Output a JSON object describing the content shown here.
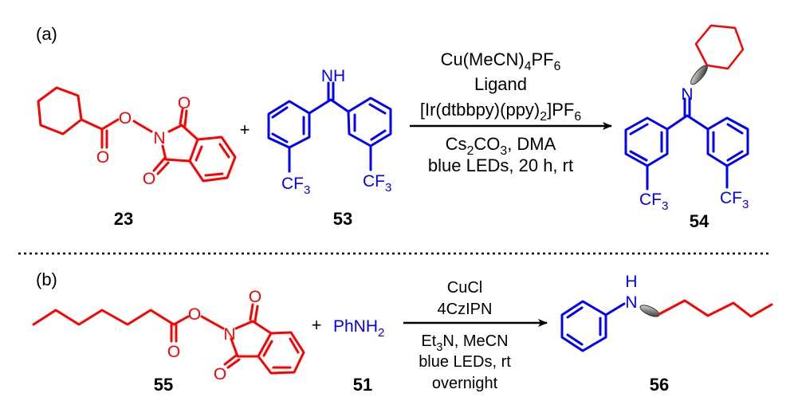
{
  "parts": {
    "a": "(a)",
    "b": "(b)"
  },
  "colors": {
    "reactant_fragment": "#ff0000",
    "reagent_fragment": "#0000ff",
    "text": "#000000"
  },
  "scheme_a": {
    "compound_23": {
      "label": "23",
      "atoms": {
        "O_ester": "O",
        "O_carbonyl": "O",
        "N": "N",
        "O_top": "O",
        "O_bottom": "O"
      }
    },
    "plus": "+",
    "compound_53": {
      "label": "53",
      "atoms": {
        "NH": "NH",
        "CF3": [
          {
            "t": "CF"
          },
          {
            "t": "3",
            "sub": true
          }
        ]
      }
    },
    "conditions": [
      [
        {
          "t": "Cu(MeCN)"
        },
        {
          "t": "4",
          "sub": true
        },
        {
          "t": "PF"
        },
        {
          "t": "6",
          "sub": true
        }
      ],
      [
        {
          "t": "Ligand"
        }
      ],
      [
        {
          "t": "[Ir(dtbbpy)(ppy)"
        },
        {
          "t": "2",
          "sub": true
        },
        {
          "t": "]PF"
        },
        {
          "t": "6",
          "sub": true
        }
      ],
      [
        {
          "t": "Cs"
        },
        {
          "t": "2",
          "sub": true
        },
        {
          "t": "CO"
        },
        {
          "t": "3",
          "sub": true
        },
        {
          "t": ", DMA"
        }
      ],
      [
        {
          "t": "blue LEDs, 20 h, rt"
        }
      ]
    ],
    "compound_54": {
      "label": "54",
      "atoms": {
        "N": "N",
        "CF3": [
          {
            "t": "CF"
          },
          {
            "t": "3",
            "sub": true
          }
        ]
      }
    }
  },
  "scheme_b": {
    "compound_55": {
      "label": "55",
      "atoms": {
        "O_ester": "O",
        "O_carbonyl": "O",
        "N": "N",
        "O_top": "O",
        "O_bottom": "O"
      }
    },
    "plus": "+",
    "compound_51": {
      "label": "51",
      "formula": [
        {
          "t": "PhNH"
        },
        {
          "t": "2",
          "sub": true
        }
      ]
    },
    "conditions": [
      [
        {
          "t": "CuCl"
        }
      ],
      [
        {
          "t": "4CzIPN"
        }
      ],
      [
        {
          "t": "Et"
        },
        {
          "t": "3",
          "sub": true
        },
        {
          "t": "N, MeCN"
        }
      ],
      [
        {
          "t": "blue LEDs, rt"
        }
      ],
      [
        {
          "t": "overnight"
        }
      ]
    ],
    "compound_56": {
      "label": "56",
      "atoms": {
        "N": "N",
        "H": "H"
      }
    }
  }
}
